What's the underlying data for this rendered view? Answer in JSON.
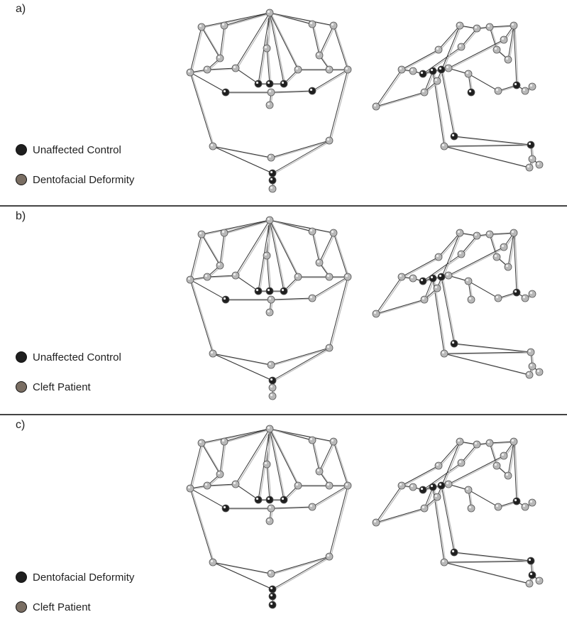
{
  "colors": {
    "control": "#1f1f1f",
    "deformity": "#7a6e63",
    "cleft": "#7a6e63",
    "landmark": "#b8b8b8"
  },
  "panels": [
    {
      "label": "a)",
      "legend": [
        {
          "text": "Unaffected Control",
          "color": "#1f1f1f"
        },
        {
          "text": "Dentofacial Deformity",
          "color": "#7a6e63"
        }
      ]
    },
    {
      "label": "b)",
      "legend": [
        {
          "text": "Unaffected Control",
          "color": "#1f1f1f"
        },
        {
          "text": "Cleft Patient",
          "color": "#7a6e63"
        }
      ]
    },
    {
      "label": "c)",
      "legend": [
        {
          "text": "Dentofacial Deformity",
          "color": "#1f1f1f"
        },
        {
          "text": "Cleft Patient",
          "color": "#7a6e63"
        }
      ]
    }
  ]
}
